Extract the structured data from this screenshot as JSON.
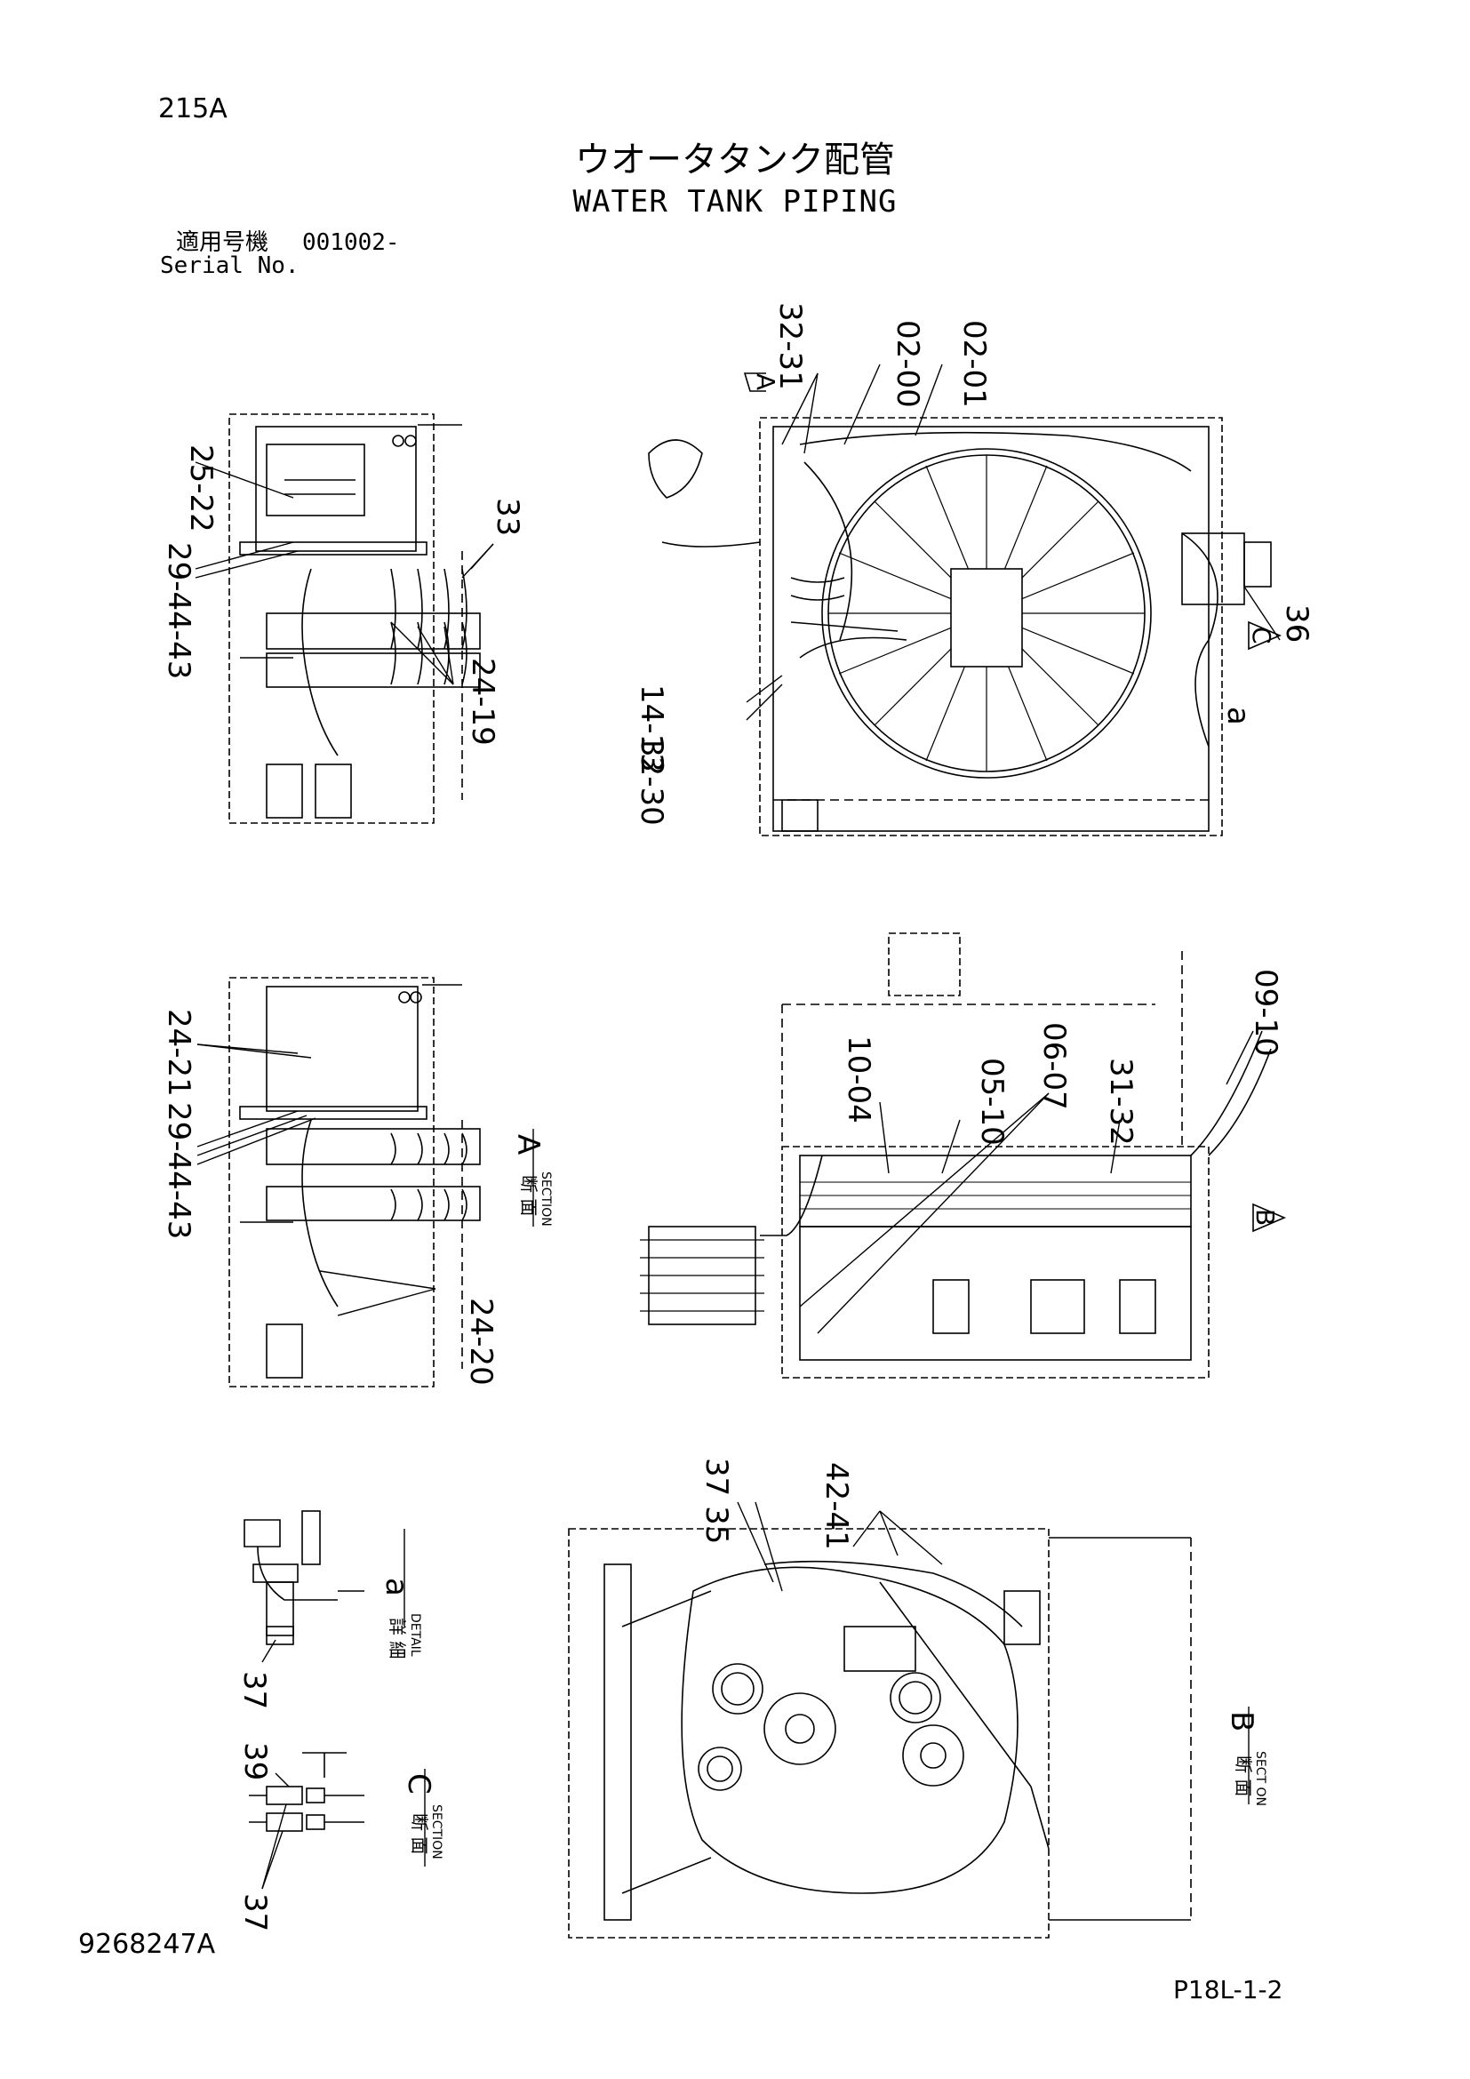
{
  "header": {
    "page_number": "215A",
    "title_jp": "ウオータタンク配管",
    "title_en": "WATER TANK PIPING",
    "serial_label_jp": "適用号機",
    "serial_value": "001002-",
    "serial_label_en": "Serial No."
  },
  "footer": {
    "drawing_number": "9268247A",
    "sheet_code": "P18L-1-2"
  },
  "views": {
    "top_left": {
      "callouts": [
        "25-22",
        "29-44-43",
        "33",
        "24-19"
      ]
    },
    "top_right": {
      "callouts": [
        "32-31",
        "02-00",
        "02-01",
        "36",
        "14-13",
        "32-30",
        "a"
      ],
      "section_markers": [
        "A",
        "C"
      ]
    },
    "section_a": {
      "label_jp": "断 面",
      "label_en": "SECTION",
      "letter": "A",
      "callouts": [
        "24-21",
        "29-44-43",
        "24-20"
      ]
    },
    "mid_right": {
      "callouts": [
        "10-04",
        "05-10",
        "06-07",
        "31-32",
        "09-10"
      ],
      "section_markers": [
        "B"
      ]
    },
    "detail_a": {
      "label_jp": "詳 細",
      "label_en": "DETAIL",
      "letter": "a",
      "callouts": [
        "37"
      ]
    },
    "section_c": {
      "label_jp": "断 面",
      "label_en": "SECTION",
      "letter": "C",
      "callouts": [
        "39",
        "37"
      ]
    },
    "section_b": {
      "label_jp": "断 面",
      "label_en": "SECT ON",
      "letter": "B",
      "callouts": [
        "37 35",
        "42-41"
      ]
    }
  }
}
